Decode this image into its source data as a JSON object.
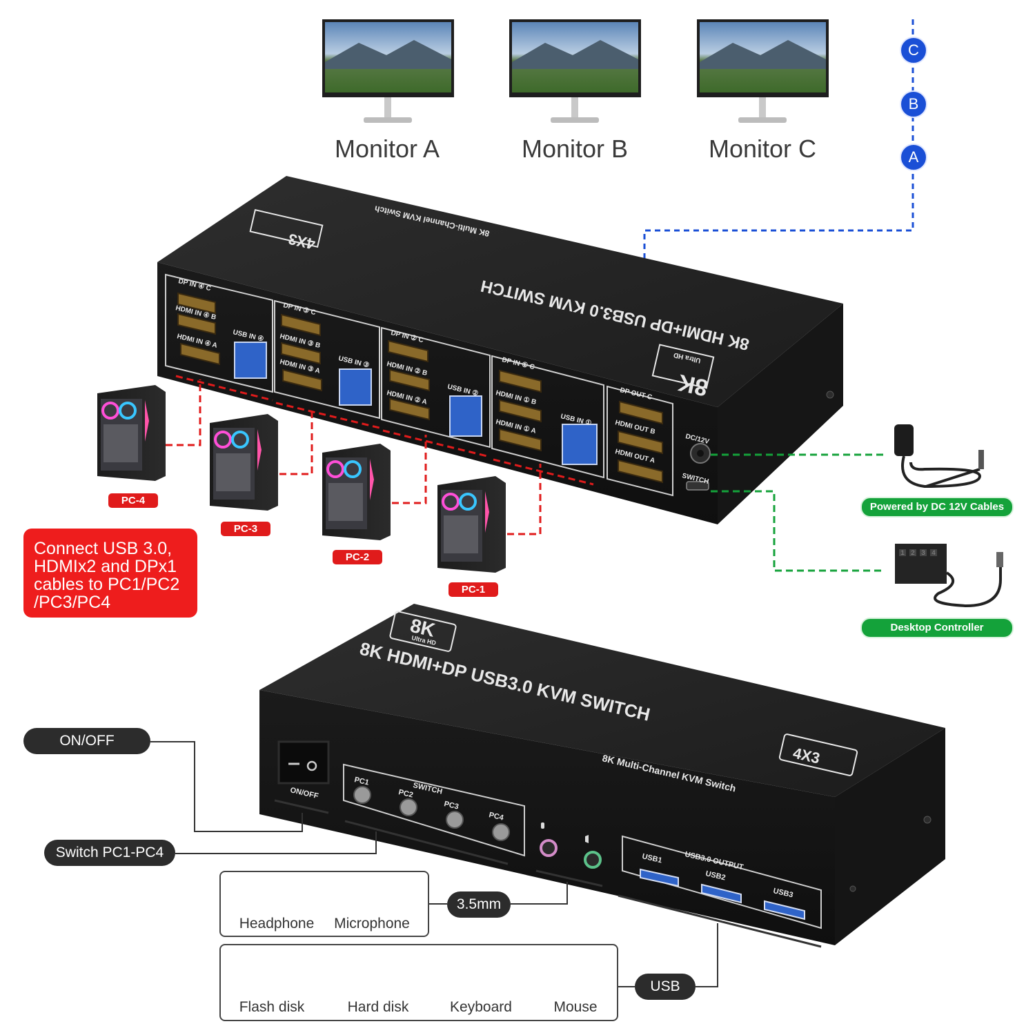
{
  "monitors": {
    "a_label": "Monitor A",
    "b_label": "Monitor B",
    "c_label": "Monitor C"
  },
  "chain_nodes": {
    "c": "C",
    "b": "B",
    "a": "A"
  },
  "top_switch": {
    "title": "8K HDMI+DP USB3.0 KVM SWITCH",
    "badge": "4X3",
    "subtitle": "8K Multi-Channel KVM Switch",
    "logo_big": "8K",
    "logo_small": "Ultra HD",
    "ports": {
      "dp4": "DP IN ④ C",
      "hdmi4b": "HDMI IN ④ B",
      "hdmi4a": "HDMI IN ④ A",
      "usb4": "USB IN ④",
      "dp3": "DP IN ③ C",
      "hdmi3b": "HDMI IN ③ B",
      "hdmi3a": "HDMI IN ③ A",
      "usb3": "USB IN ③",
      "dp2": "DP IN ② C",
      "hdmi2b": "HDMI IN ② B",
      "hdmi2a": "HDMI IN ② A",
      "usb2": "USB IN ②",
      "dp1": "DP IN ① C",
      "hdmi1b": "HDMI IN ① B",
      "hdmi1a": "HDMI IN ① A",
      "usb1": "USB IN ①",
      "dpout": "DP OUT C",
      "hdmioutb": "HDMI OUT B",
      "hdmiouta": "HDMI OUT A",
      "dc": "DC/12V",
      "switch": "SWITCH"
    }
  },
  "pcs": {
    "pc4": "PC-4",
    "pc3": "PC-3",
    "pc2": "PC-2",
    "pc1": "PC-1"
  },
  "note_lines": [
    "Connect USB 3.0,",
    "HDMIx2 and DPx1",
    "cables to PC1/PC2",
    "/PC3/PC4"
  ],
  "power_label": "Powered by DC 12V Cables",
  "controller_label": "Desktop Controller",
  "controller_keys": [
    "1",
    "2",
    "3",
    "4"
  ],
  "bottom_switch": {
    "title": "8K HDMI+DP USB3.0 KVM SWITCH",
    "badge": "4X3",
    "subtitle": "8K Multi-Channel KVM Switch",
    "logo_big": "8K",
    "logo_small": "Ultra HD",
    "onoff": "ON/OFF",
    "switch_group": "SWITCH",
    "buttons": [
      "PC1",
      "PC2",
      "PC3",
      "PC4"
    ],
    "usb_group": "USB3.0 OUTPUT",
    "usb_ports": [
      "USB1",
      "USB2",
      "USB3"
    ]
  },
  "callouts": {
    "onoff": "ON/OFF",
    "switch": "Switch PC1-PC4",
    "audio": "3.5mm",
    "usb": "USB"
  },
  "devices": {
    "headphone": "Headphone",
    "microphone": "Microphone",
    "flash": "Flash disk",
    "hard": "Hard disk",
    "keyboard": "Keyboard",
    "mouse": "Mouse"
  },
  "colors": {
    "blue": "#1a4fd6",
    "red": "#e01b1b",
    "green": "#14a23a",
    "device": "#262626"
  }
}
